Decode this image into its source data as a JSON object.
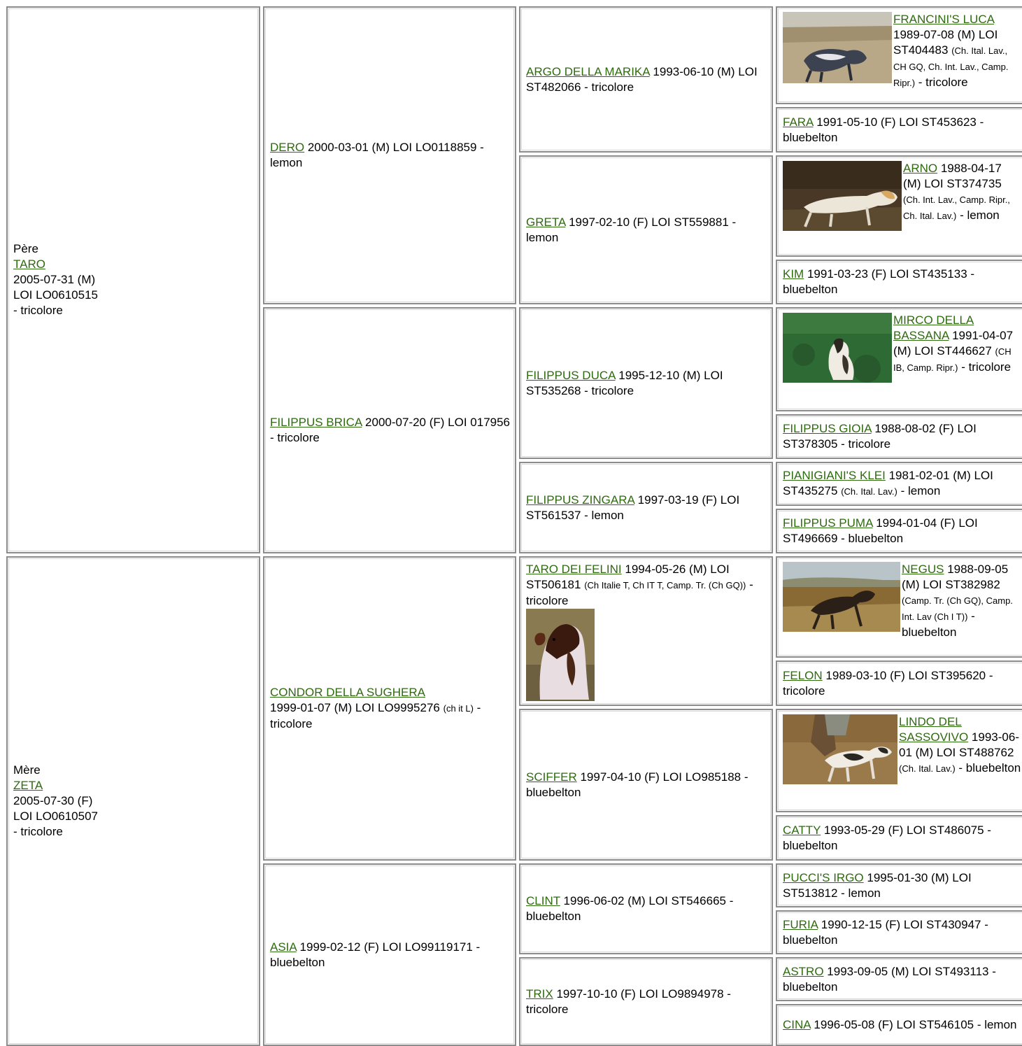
{
  "sire": {
    "label": "Père",
    "name": "TARO",
    "line1": "2005-07-31 (M)",
    "line2": "LOI LO0610515",
    "line3": "- tricolore"
  },
  "dam": {
    "label": "Mère",
    "name": "ZETA",
    "line1": "2005-07-30 (F)",
    "line2": "LOI LO0610507",
    "line3": "- tricolore"
  },
  "gen2": [
    {
      "name": "DERO",
      "text": " 2000-03-01 (M) LOI LO0118859 - lemon"
    },
    {
      "name": "FILIPPUS BRICA",
      "text": " 2000-07-20 (F) LOI 017956 - tricolore"
    },
    {
      "name": "CONDOR DELLA SUGHERA",
      "text": "1999-01-07 (M) LOI LO9995276 ",
      "small": "(ch it L)",
      "tail": " - tricolore"
    },
    {
      "name": "ASIA",
      "text": " 1999-02-12 (F) LOI LO99119171 - bluebelton"
    }
  ],
  "gen3": [
    {
      "name": "ARGO DELLA MARIKA",
      "text": " 1993-06-10 (M) LOI ST482066 - tricolore"
    },
    {
      "name": "GRETA",
      "text": " 1997-02-10 (F) LOI ST559881 - lemon"
    },
    {
      "name": "FILIPPUS DUCA",
      "text": " 1995-12-10 (M) LOI ST535268 - tricolore"
    },
    {
      "name": "FILIPPUS ZINGARA",
      "text": " 1997-03-19 (F) LOI ST561537 - lemon"
    },
    {
      "name": "TARO DEI FELINI",
      "text": " 1994-05-26 (M) LOI ST506181 ",
      "small": "(Ch Italie T, Ch IT T, Camp. Tr. (Ch GQ))",
      "tail": " - tricolore"
    },
    {
      "name": "SCIFFER",
      "text": " 1997-04-10 (F) LOI LO985188 - bluebelton"
    },
    {
      "name": "CLINT",
      "text": " 1996-06-02 (M) LOI ST546665 - bluebelton"
    },
    {
      "name": "TRIX",
      "text": " 1997-10-10 (F) LOI LO9894978 - tricolore"
    }
  ],
  "gen4": [
    {
      "name": "FRANCINI'S LUCA",
      "text": " 1989-07-08 (M) LOI ST404483 ",
      "small": "(Ch. Ital. Lav., CH GQ, Ch. Int. Lav., Camp. Ripr.)",
      "tail": " - tricolore"
    },
    {
      "name": "FARA",
      "text": " 1991-05-10 (F) LOI ST453623 - bluebelton"
    },
    {
      "name": "ARNO",
      "text": " 1988-04-17 (M) LOI ST374735 ",
      "small": "(Ch. Int. Lav., Camp. Ripr., Ch. Ital. Lav.)",
      "tail": " - lemon"
    },
    {
      "name": "KIM",
      "text": " 1991-03-23 (F) LOI ST435133 - bluebelton"
    },
    {
      "name": "MIRCO DELLA BASSANA",
      "text": " 1991-04-07 (M) LOI ST446627 ",
      "small": "(CH IB, Camp. Ripr.)",
      "tail": " - tricolore"
    },
    {
      "name": "FILIPPUS GIOIA",
      "text": " 1988-08-02 (F) LOI ST378305 - tricolore"
    },
    {
      "name": "PIANIGIANI'S KLEI",
      "text": " 1981-02-01 (M) LOI ST435275 ",
      "small": "(Ch. Ital. Lav.)",
      "tail": " - lemon"
    },
    {
      "name": "FILIPPUS PUMA",
      "text": " 1994-01-04 (F) LOI ST496669 - bluebelton"
    },
    {
      "name": "NEGUS",
      "text": " 1988-09-05 (M) LOI ST382982 ",
      "small": "(Camp. Tr. (Ch GQ), Camp. Int. Lav (Ch I T))",
      "tail": " - bluebelton"
    },
    {
      "name": "FELON",
      "text": " 1989-03-10 (F) LOI ST395620 - tricolore"
    },
    {
      "name": "LINDO DEL SASSOVIVO",
      "text": " 1993-06-01 (M) LOI ST488762 ",
      "small": "(Ch. Ital. Lav.)",
      "tail": " - bluebelton"
    },
    {
      "name": "CATTY",
      "text": " 1993-05-29 (F) LOI ST486075 - bluebelton"
    },
    {
      "name": "PUCCI'S IRGO",
      "text": " 1995-01-30 (M) LOI ST513812 - lemon"
    },
    {
      "name": "FURIA",
      "text": " 1990-12-15 (F) LOI ST430947 - bluebelton"
    },
    {
      "name": "ASTRO",
      "text": " 1993-09-05 (M) LOI ST493113 - bluebelton"
    },
    {
      "name": "CINA",
      "text": " 1996-05-08 (F) LOI ST546105 - lemon"
    }
  ]
}
